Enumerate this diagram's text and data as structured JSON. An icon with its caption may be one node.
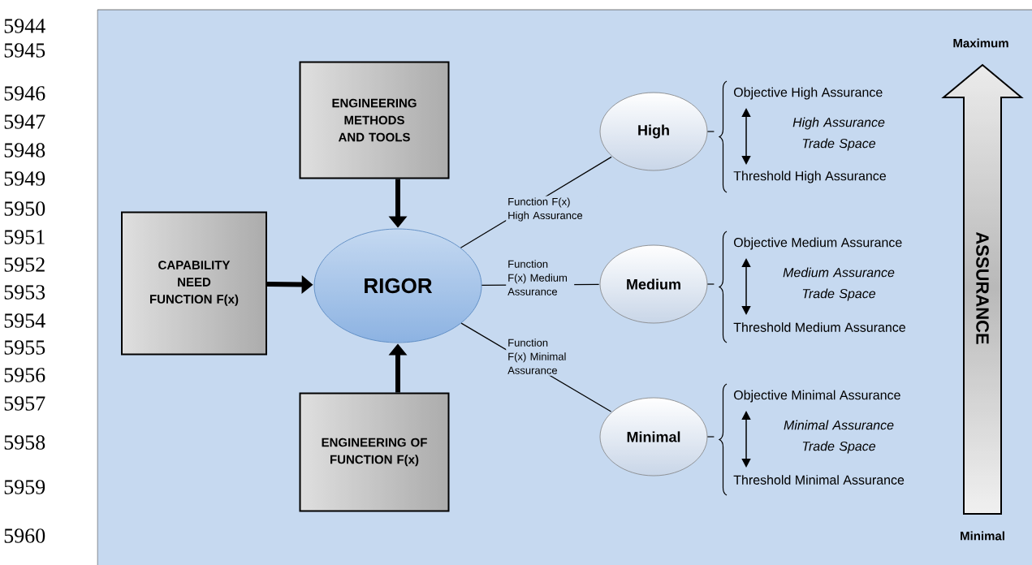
{
  "diagram": {
    "nodes": [
      {
        "text": [
          "ENGINEERING METHODS AND TOOLS"
        ]
      },
      {
        "text": [
          "CAPABILITY NEED FUNCTION F(x)"
        ]
      },
      {
        "text": [
          "RIGOR"
        ]
      },
      {
        "text": [
          "ENGINEERING OF FUNCTION F(x)"
        ]
      },
      {
        "text": [
          "High"
        ]
      },
      {
        "text": [
          "Medium"
        ]
      },
      {
        "text": [
          "Minimal"
        ]
      },
      {
        "text": [
          "ASSURANCE"
        ],
        "beside": [
          "Maximum",
          "Minimal"
        ]
      }
    ],
    "edges": [
      {
        "from": 0,
        "to": 2,
        "arrow": "to",
        "style": "thick"
      },
      {
        "from": 1,
        "to": 2,
        "arrow": "to",
        "style": "thick"
      },
      {
        "from": 3,
        "to": 2,
        "arrow": "to",
        "style": "thick"
      },
      {
        "from": 2,
        "to": 4,
        "arrow": "none",
        "label": "Function F(x) High Assurance"
      },
      {
        "from": 2,
        "to": 5,
        "arrow": "none",
        "label": "Function F(x) Medium Assurance"
      },
      {
        "from": 2,
        "to": 6,
        "arrow": "none",
        "label": "Function F(x) Minimal Assurance"
      }
    ],
    "labels": [
      "5944",
      "5945",
      "5946",
      "5947",
      "5948",
      "5949",
      "5950",
      "5951",
      "5952",
      "5953",
      "5954",
      "5955",
      "5956",
      "5957",
      "5958",
      "5959",
      "5960",
      "Objective High Assurance",
      "High Assurance Trade Space",
      "Threshold High Assurance",
      "Objective Medium Assurance",
      "Medium Assurance Trade Space",
      "Threshold Medium Assurance",
      "Objective Minimal Assurance",
      "Minimal Assurance Trade Space",
      "Threshold Minimal Assurance"
    ]
  }
}
